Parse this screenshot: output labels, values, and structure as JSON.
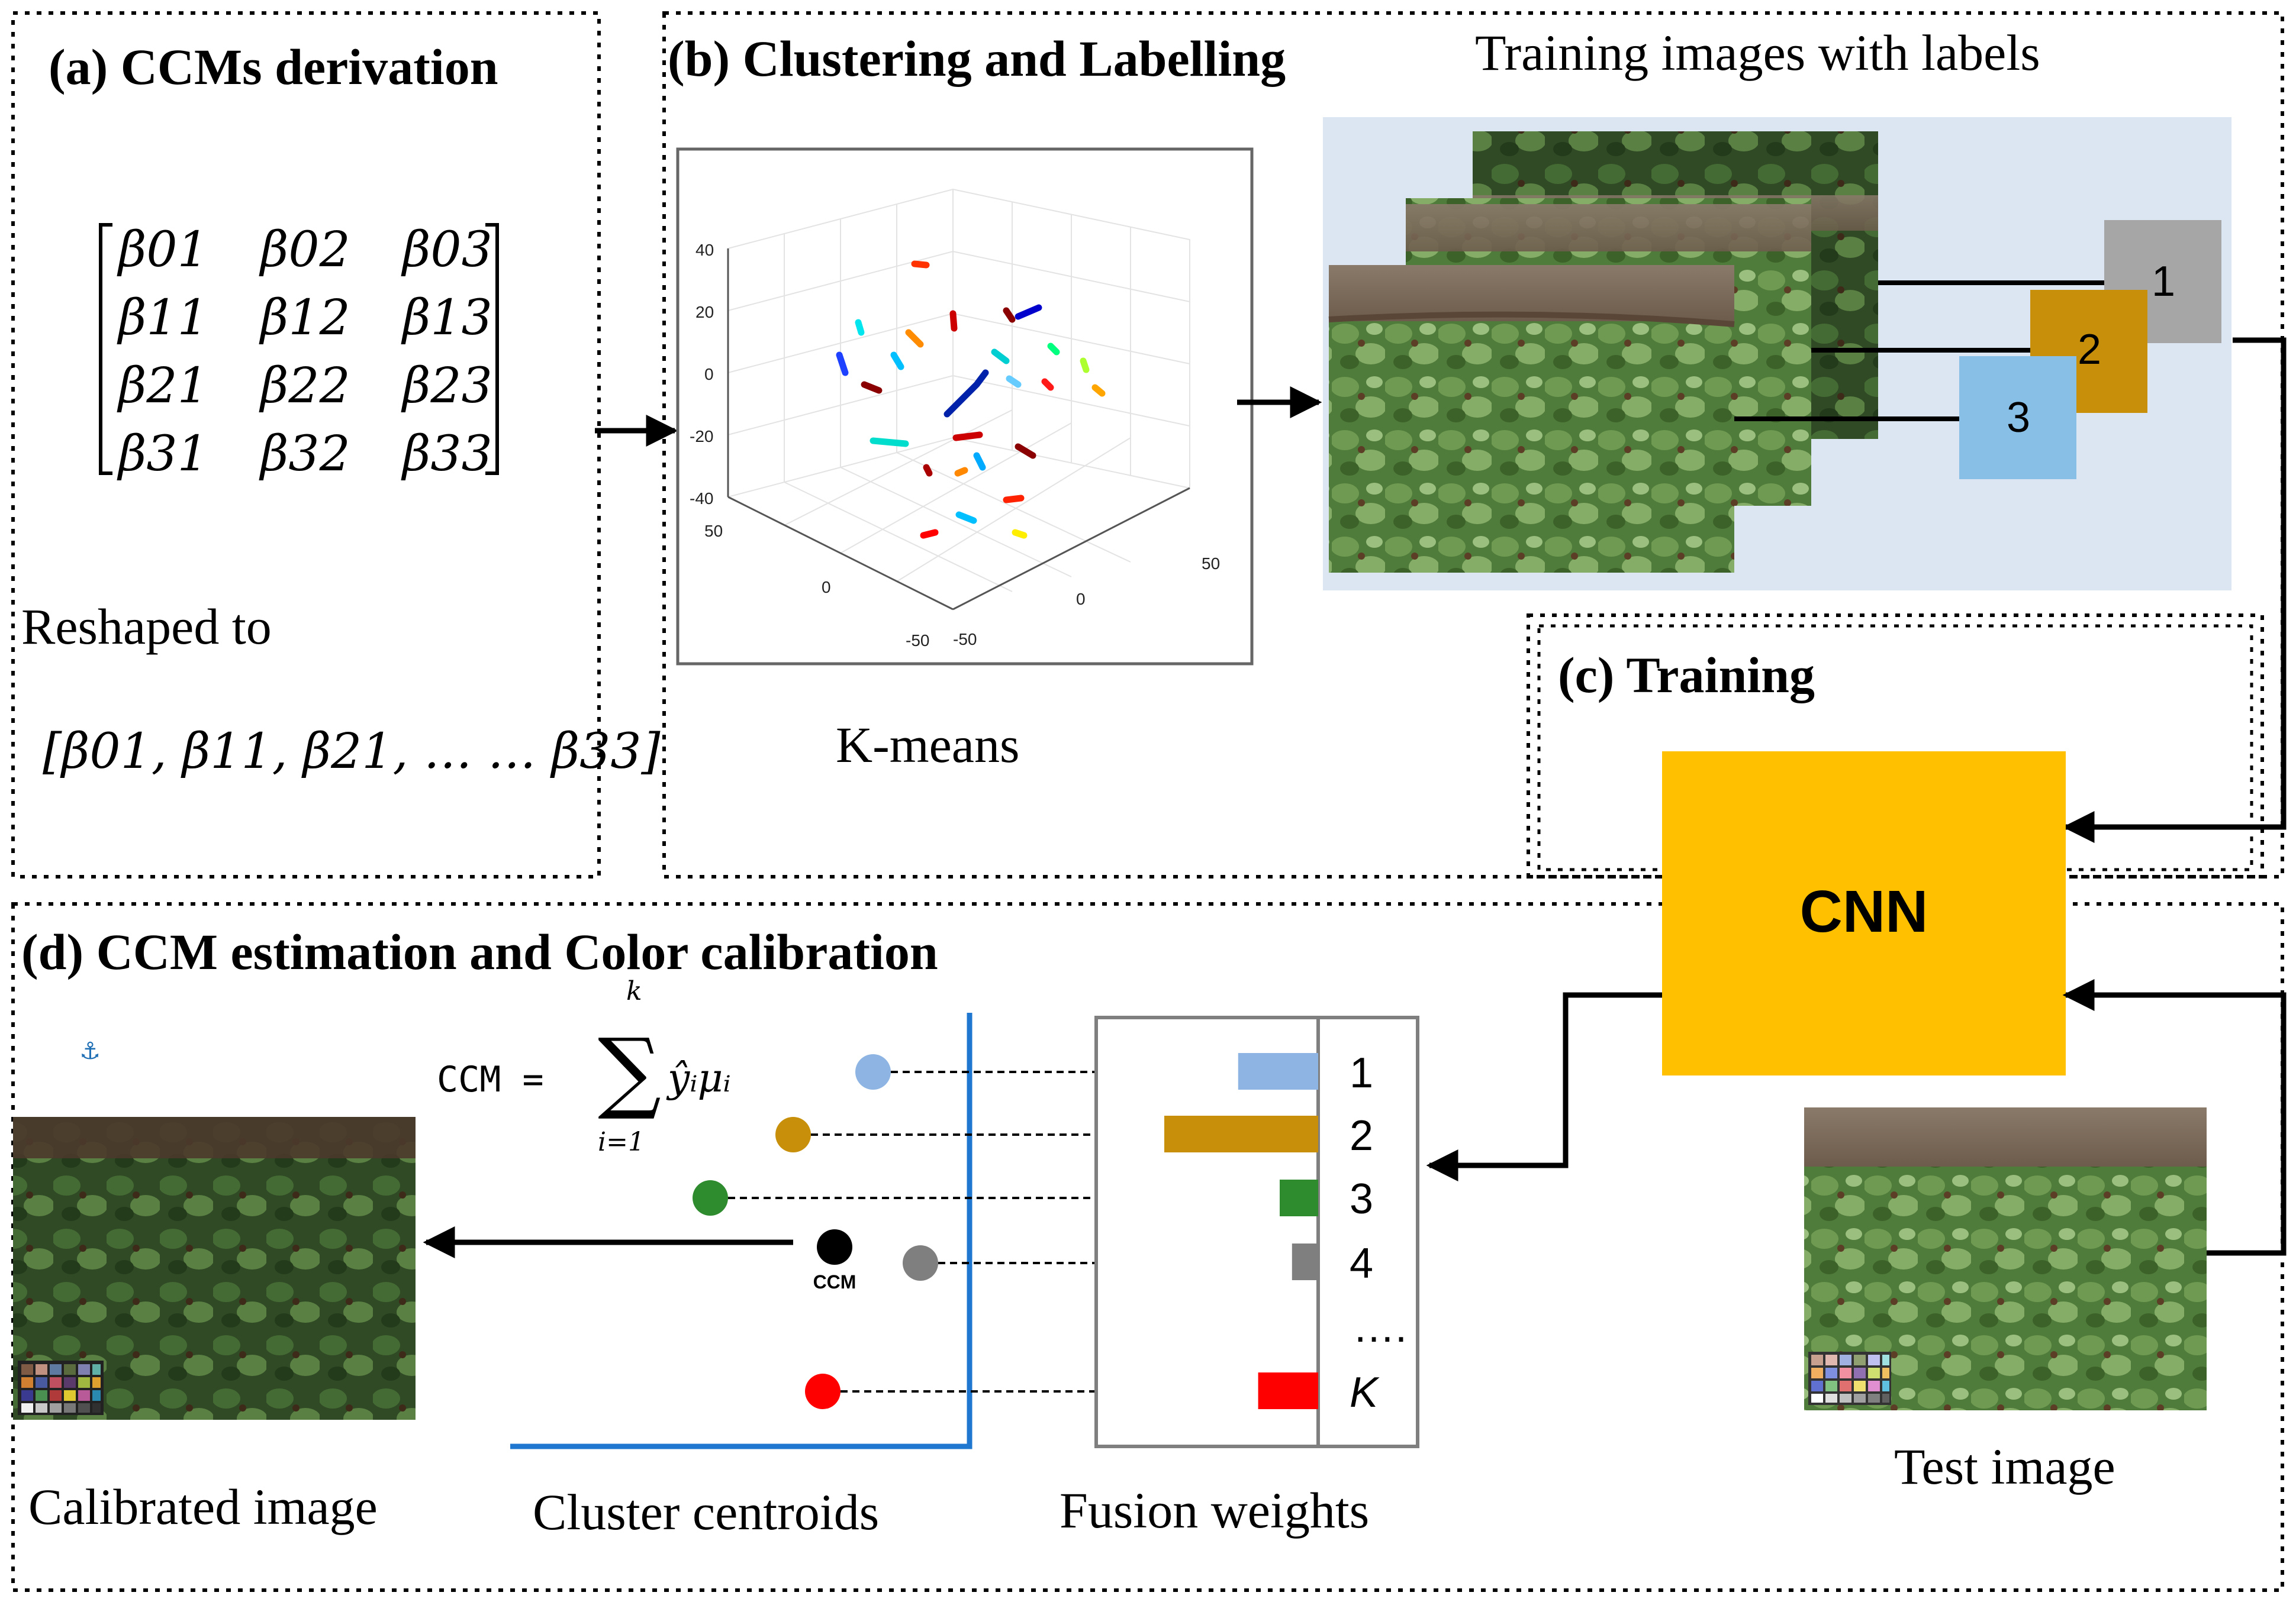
{
  "panels": {
    "a": {
      "title": "(a) CCMs derivation",
      "reshaped_label": "Reshaped to"
    },
    "b": {
      "title": "(b) Clustering and Labelling",
      "training_images_label": "Training images with labels",
      "kmeans_label": "K-means"
    },
    "c": {
      "title": "(c) Training"
    },
    "d": {
      "title": "(d) CCM estimation and Color calibration",
      "calibrated_label": "Calibrated image",
      "centroids_label": "Cluster centroids",
      "fusion_label": "Fusion weights",
      "test_label": "Test image"
    }
  },
  "matrix": {
    "rows": [
      [
        "β01",
        "β02",
        "β03"
      ],
      [
        "β11",
        "β12",
        "β13"
      ],
      [
        "β21",
        "β22",
        "β23"
      ],
      [
        "β31",
        "β32",
        "β33"
      ]
    ],
    "vector": "[β01, β11, β21, … … β33]"
  },
  "cnn_label": "CNN",
  "formula": {
    "lhs": "CCM =",
    "sum_top": "k",
    "sum_bottom": "i=1",
    "term": "ŷᵢμᵢ"
  },
  "ccm_dot_label": "CCM",
  "label_boxes": [
    {
      "label": "1",
      "color": "#a6a6a6"
    },
    {
      "label": "2",
      "color": "#c8900a"
    },
    {
      "label": "3",
      "color": "#88bfe6"
    }
  ],
  "fusion": {
    "items": [
      {
        "label": "1",
        "weight": 0.52,
        "color": "#8db4e2"
      },
      {
        "label": "2",
        "weight": 1.0,
        "color": "#c8900a"
      },
      {
        "label": "3",
        "weight": 0.25,
        "color": "#2e8b2e"
      },
      {
        "label": "4",
        "weight": 0.17,
        "color": "#7f7f7f"
      },
      {
        "label": "K",
        "weight": 0.39,
        "color": "#ff0000"
      }
    ],
    "ellipsis": "…."
  },
  "scatter": {
    "z_ticks": [
      "40",
      "20",
      "0",
      "-20",
      "-40"
    ],
    "x_ticks": [
      "50",
      "0",
      "-50"
    ],
    "y_ticks": [
      "-50",
      "0",
      "50"
    ]
  },
  "colors": {
    "cnn": "#ffc000",
    "light_panel": "#dce6f2",
    "centroid_line": "#1f77d0",
    "anchor_icon": "#1f6fb5"
  },
  "anchor_icon": "⚓"
}
